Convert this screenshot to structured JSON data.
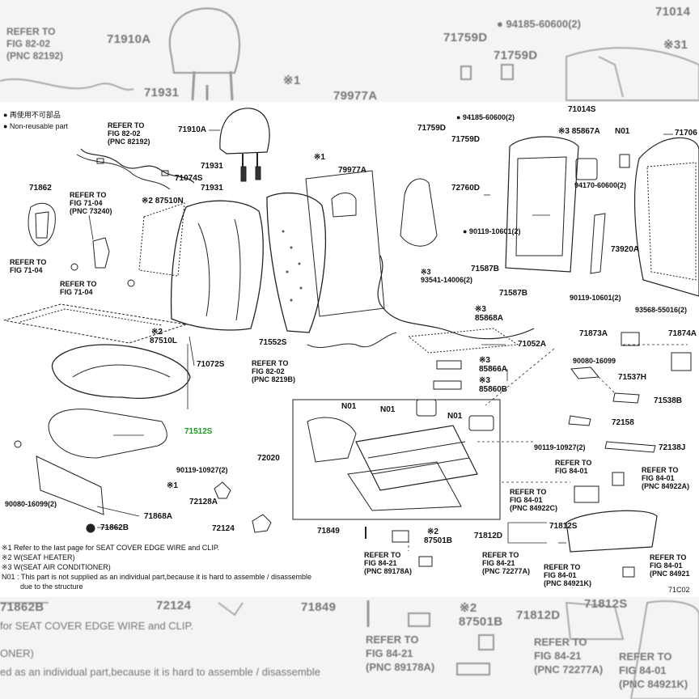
{
  "background_labels": {
    "top": [
      {
        "text": "REFER TO"
      },
      {
        "text": "FIG 82-02"
      },
      {
        "text": "(PNC 82192)"
      },
      {
        "text": "71910A"
      },
      {
        "text": "71931"
      },
      {
        "text": "※1"
      },
      {
        "text": "79977A"
      },
      {
        "text": "71759D"
      },
      {
        "text": "71759D"
      },
      {
        "text": "● 94185-60600(2)"
      },
      {
        "text": "71014"
      },
      {
        "text": "※31"
      }
    ],
    "bottom": [
      {
        "text": "71862B"
      },
      {
        "text": "72124"
      },
      {
        "text": "71849"
      },
      {
        "text": "※2"
      },
      {
        "text": "87501B"
      },
      {
        "text": "71812D"
      },
      {
        "text": "71812S"
      },
      {
        "text": "for SEAT COVER EDGE WIRE and CLIP."
      },
      {
        "text": "ONER)"
      },
      {
        "text": "ed as an individual part,because it is hard to assemble / disassemble"
      },
      {
        "text": "REFER TO"
      },
      {
        "text": "FIG 84-21"
      },
      {
        "text": "(PNC 89178A)"
      },
      {
        "text": "REFER TO"
      },
      {
        "text": "FIG 84-21"
      },
      {
        "text": "(PNC 72277A)"
      },
      {
        "text": "REFER TO"
      },
      {
        "text": "FIG 84-01"
      },
      {
        "text": "(PNC 84921K)"
      }
    ]
  },
  "legend": {
    "reuse": "● 再使用不可部品",
    "nonreusable": "● Non-reusable part",
    "note1": "※1  Refer to the last page for SEAT COVER EDGE WIRE and CLIP.",
    "note2": "※2  W(SEAT HEATER)",
    "note3": "※3  W(SEAT AIR CONDITIONER)",
    "n01a": "N01 : This part is not supplied as an individual part,because it is hard to assemble / disassemble",
    "n01b": "due to the structure"
  },
  "labels": [
    {
      "text": "REFER TO"
    },
    {
      "text": "FIG 82-02"
    },
    {
      "text": "(PNC 82192)"
    },
    {
      "text": "71910A"
    },
    {
      "text": "71931"
    },
    {
      "text": "71931"
    },
    {
      "text": "※1"
    },
    {
      "text": "71074S"
    },
    {
      "text": "※2 87510N"
    },
    {
      "text": "79977A"
    },
    {
      "text": "71862"
    },
    {
      "text": "REFER TO"
    },
    {
      "text": "FIG 71-04"
    },
    {
      "text": "(PNC 73240)"
    },
    {
      "text": "REFER TO"
    },
    {
      "text": "FIG 71-04"
    },
    {
      "text": "REFER TO"
    },
    {
      "text": "FIG 71-04"
    },
    {
      "text": "※2"
    },
    {
      "text": "87510L"
    },
    {
      "text": "71072S"
    },
    {
      "text": "71552S"
    },
    {
      "text": "REFER TO"
    },
    {
      "text": "FIG 82-02"
    },
    {
      "text": "(PNC 8219B)"
    },
    {
      "text": "71512S"
    },
    {
      "text": "90080-16099(2)"
    },
    {
      "text": "71868A"
    },
    {
      "text": "71862B"
    },
    {
      "text": "90119-10927(2)"
    },
    {
      "text": "72020"
    },
    {
      "text": "※1"
    },
    {
      "text": "72128A"
    },
    {
      "text": "72124"
    },
    {
      "text": "71849"
    },
    {
      "text": "※2"
    },
    {
      "text": "87501B"
    },
    {
      "text": "REFER TO"
    },
    {
      "text": "FIG 84-21"
    },
    {
      "text": "(PNC 89178A)"
    },
    {
      "text": "N01"
    },
    {
      "text": "N01"
    },
    {
      "text": "N01"
    },
    {
      "text": "71759D"
    },
    {
      "text": "71759D"
    },
    {
      "text": "72760D"
    },
    {
      "text": "● 94185-60600(2)"
    },
    {
      "text": "71014S"
    },
    {
      "text": "※3 85867A"
    },
    {
      "text": "N01"
    },
    {
      "text": "71706"
    },
    {
      "text": "94170-60600(2)"
    },
    {
      "text": "● 90119-10601(2)"
    },
    {
      "text": "71587B"
    },
    {
      "text": "※3"
    },
    {
      "text": "93541-14006(2)"
    },
    {
      "text": "71587B"
    },
    {
      "text": "73920A"
    },
    {
      "text": "90119-10601(2)"
    },
    {
      "text": "93568-55016(2)"
    },
    {
      "text": "※3"
    },
    {
      "text": "85868A"
    },
    {
      "text": "71052A"
    },
    {
      "text": "71873A"
    },
    {
      "text": "71874A"
    },
    {
      "text": "※3"
    },
    {
      "text": "85866A"
    },
    {
      "text": "※3"
    },
    {
      "text": "85860B"
    },
    {
      "text": "90080-16099"
    },
    {
      "text": "71537H"
    },
    {
      "text": "71538B"
    },
    {
      "text": "72158"
    },
    {
      "text": "90119-10927(2)"
    },
    {
      "text": "72138J"
    },
    {
      "text": "REFER TO"
    },
    {
      "text": "FIG 84-01"
    },
    {
      "text": "REFER TO"
    },
    {
      "text": "FIG 84-01"
    },
    {
      "text": "(PNC 84922C)"
    },
    {
      "text": "REFER TO"
    },
    {
      "text": "FIG 84-01"
    },
    {
      "text": "(PNC 84922A)"
    },
    {
      "text": "71812D"
    },
    {
      "text": "71812S"
    },
    {
      "text": "REFER TO"
    },
    {
      "text": "FIG 84-21"
    },
    {
      "text": "(PNC 72277A)"
    },
    {
      "text": "REFER TO"
    },
    {
      "text": "FIG 84-01"
    },
    {
      "text": "(PNC 84921K)"
    },
    {
      "text": "REFER TO"
    },
    {
      "text": "FIG 84-01"
    },
    {
      "text": "(PNC 84921"
    },
    {
      "text": "71C02"
    }
  ]
}
